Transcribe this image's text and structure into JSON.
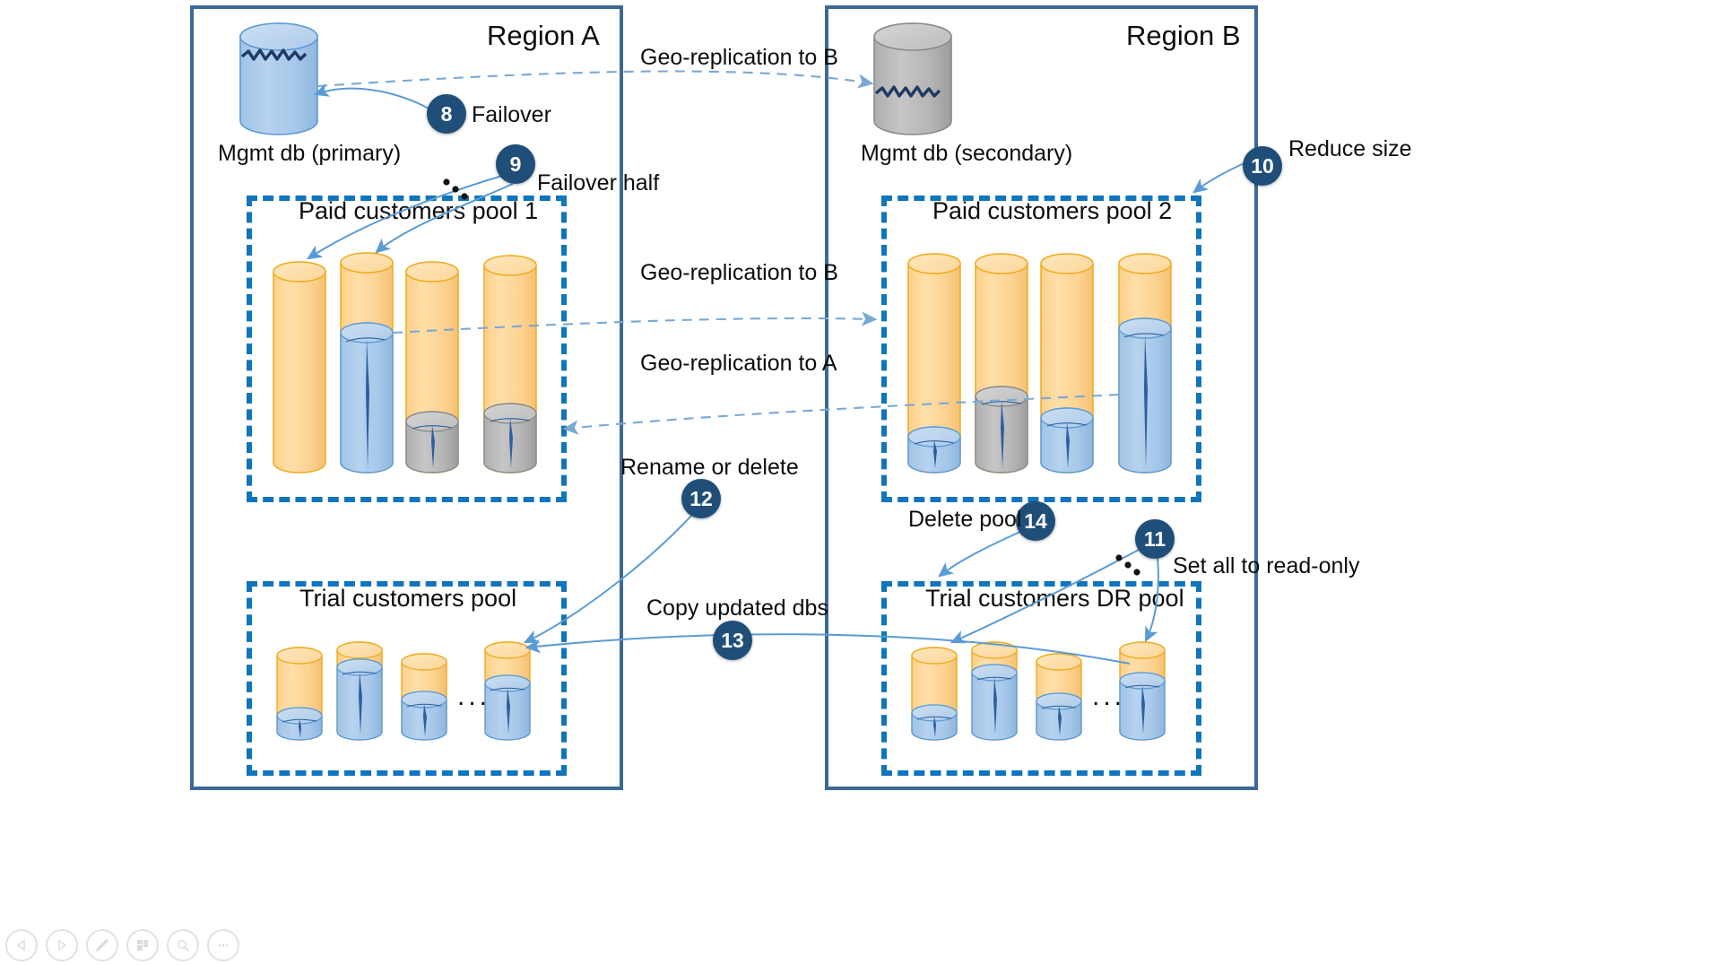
{
  "diagram": {
    "title": "Multi-region database pool failover and DR diagram",
    "colors": {
      "region_border": "#3c6997",
      "pool_border": "#0f75bc",
      "badge_fill": "#1f4e79",
      "cylinder_capacity": "#fcd79a",
      "cylinder_capacity_stroke": "#f0ab1e",
      "db_blue_fill": "#a9c9e8",
      "db_blue_stroke": "#5b9bd5",
      "db_gray_fill": "#b4b4b4",
      "db_gray_stroke": "#8a8a8a",
      "arrow": "#5b9bd5",
      "dashed_arrow": "#7aa8d4"
    },
    "regions": [
      {
        "name": "region-a",
        "title": "Region A"
      },
      {
        "name": "region-b",
        "title": "Region B"
      }
    ],
    "mgmt_dbs": [
      {
        "name": "mgmt-db-primary",
        "label": "Mgmt db (primary)",
        "state": "primary",
        "color": "blue"
      },
      {
        "name": "mgmt-db-secondary",
        "label": "Mgmt db (secondary)",
        "state": "secondary",
        "color": "gray"
      }
    ],
    "pools": [
      {
        "name": "paid-customers-pool-1",
        "title": "Paid customers pool 1",
        "region": "Region A",
        "databases": [
          {
            "fill_pct": 0,
            "color": "none"
          },
          {
            "fill_pct": 62,
            "color": "blue"
          },
          {
            "fill_pct": 18,
            "color": "gray"
          },
          {
            "fill_pct": 22,
            "color": "gray"
          }
        ]
      },
      {
        "name": "paid-customers-pool-2",
        "title": "Paid customers pool 2",
        "region": "Region B",
        "databases": [
          {
            "fill_pct": 12,
            "color": "blue"
          },
          {
            "fill_pct": 33,
            "color": "gray"
          },
          {
            "fill_pct": 22,
            "color": "blue"
          },
          {
            "fill_pct": 68,
            "color": "blue"
          }
        ]
      },
      {
        "name": "trial-customers-pool",
        "title": "Trial customers pool",
        "region": "Region A",
        "databases": [
          {
            "fill_pct": 20,
            "color": "blue"
          },
          {
            "fill_pct": 78,
            "color": "blue"
          },
          {
            "fill_pct": 40,
            "color": "blue"
          },
          {
            "fill_pct": 55,
            "color": "blue"
          }
        ]
      },
      {
        "name": "trial-customers-dr-pool",
        "title": "Trial customers DR pool",
        "region": "Region B",
        "databases": [
          {
            "fill_pct": 22,
            "color": "blue"
          },
          {
            "fill_pct": 70,
            "color": "blue"
          },
          {
            "fill_pct": 38,
            "color": "blue"
          },
          {
            "fill_pct": 58,
            "color": "blue"
          }
        ]
      }
    ],
    "ellipsis": "...",
    "steps": [
      {
        "number": "8",
        "label": "Failover"
      },
      {
        "number": "9",
        "label": "Failover half"
      },
      {
        "number": "10",
        "label": "Reduce size"
      },
      {
        "number": "11",
        "label": "Set all to read-only"
      },
      {
        "number": "12",
        "label": "Rename or delete"
      },
      {
        "number": "13",
        "label": "Copy updated dbs"
      },
      {
        "number": "14",
        "label": "Delete pool"
      }
    ],
    "replication_labels": [
      {
        "name": "geo-replication-mgmt",
        "text": "Geo-replication to B"
      },
      {
        "name": "geo-replication-pool-to-b",
        "text": "Geo-replication to B"
      },
      {
        "name": "geo-replication-pool-to-a",
        "text": "Geo-replication to A"
      }
    ]
  },
  "toolbar": {
    "buttons": [
      {
        "name": "previous-button",
        "icon": "triangle-left-icon"
      },
      {
        "name": "next-button",
        "icon": "triangle-right-icon"
      },
      {
        "name": "edit-button",
        "icon": "pencil-icon"
      },
      {
        "name": "pages-button",
        "icon": "layout-icon"
      },
      {
        "name": "zoom-button",
        "icon": "magnifier-icon"
      },
      {
        "name": "more-button",
        "icon": "ellipsis-icon"
      }
    ]
  }
}
